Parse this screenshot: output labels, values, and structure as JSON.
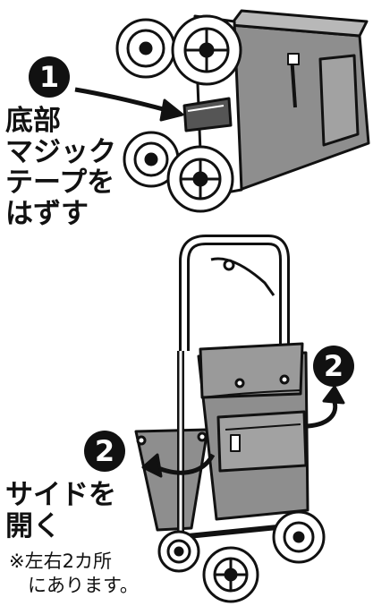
{
  "steps": [
    {
      "number": "1",
      "label": "底部\nマジック\nテープを\nはずす"
    },
    {
      "number": "2",
      "label": "サイドを\n開く"
    }
  ],
  "note": "※左右2カ所\n　にあります。",
  "colors": {
    "ink": "#111111",
    "bag_gray": "#8e8e8e",
    "bag_light": "#b8b8b8",
    "frame": "#ffffff"
  }
}
